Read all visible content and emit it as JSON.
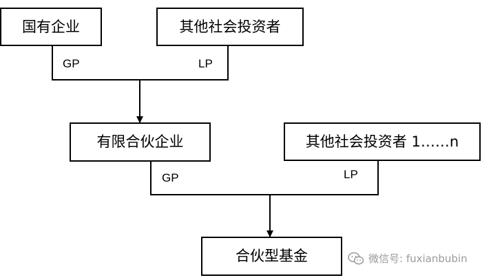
{
  "nodes": {
    "state_enterprise": "国有企业",
    "other_investors_top": "其他社会投资者",
    "limited_partnership": "有限合伙企业",
    "other_investors_n": "其他社会投资者 1……n",
    "partnership_fund": "合伙型基金"
  },
  "edges": {
    "top_gp": "GP",
    "top_lp": "LP",
    "mid_gp": "GP",
    "mid_lp": "LP"
  },
  "watermark": {
    "icon": "wechat-icon",
    "text": "微信号: fuxianbubin"
  },
  "colors": {
    "line": "#000000",
    "watermark": "#9a9a9a"
  }
}
